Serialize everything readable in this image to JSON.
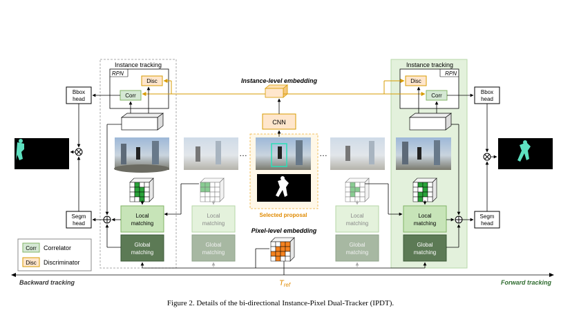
{
  "caption": "Figure 2. Details of the bi-directional Instance-Pixel Dual-Tracker (IPDT).",
  "labels": {
    "instance_tracking": "Instance tracking",
    "rpn": "RPN",
    "disc": "Disc",
    "corr": "Corr",
    "bbox_head_1": "Bbox",
    "bbox_head_2": "head",
    "segm_head_1": "Segm",
    "segm_head_2": "head",
    "local_1": "Local",
    "local_2": "matching",
    "global_1": "Global",
    "global_2": "matching",
    "instance_embedding": "Instance-level embedding",
    "pixel_embedding": "Pixel-level embedding",
    "cnn": "CNN",
    "selected_proposal": "Selected proposal",
    "ellipsis": "…",
    "backward": "Backward tracking",
    "forward": "Forward tracking",
    "tref_main": "T",
    "tref_sub": "ref"
  },
  "legend": {
    "corr_box": "Corr",
    "corr_text": "Correlator",
    "disc_box": "Disc",
    "disc_text": "Discriminator"
  },
  "colors": {
    "corr_fill": "#d5e8d4",
    "corr_stroke": "#82b366",
    "disc_fill": "#ffe6cc",
    "disc_stroke": "#d79b00",
    "local_fill": "#c7e4b8",
    "global_fill": "#5c7a55",
    "forward_panel": "#e3f1dc",
    "orange_text": "#e08a00",
    "forward_text": "#2e6b2e",
    "orange_cells": "#f5821f",
    "green_cells": "#2aa33a",
    "mask_teal": "#5ee0c0"
  }
}
